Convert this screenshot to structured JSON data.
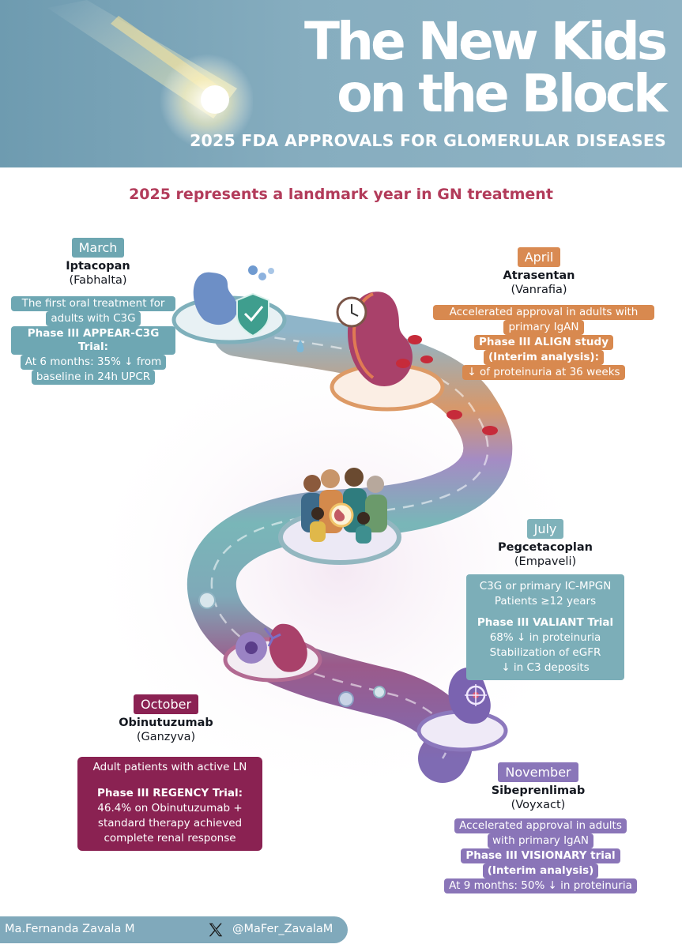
{
  "header": {
    "title_line1": "The New Kids",
    "title_line2": "on the Block",
    "subtitle": "2025 FDA APPROVALS FOR GLOMERULAR DISEASES"
  },
  "tagline": "2025 represents a landmark year in GN treatment",
  "colors": {
    "march": "#6da6b1",
    "april": "#d98a52",
    "july": "#7fb2ba",
    "october": "#8b2253",
    "november": "#8a76b9",
    "tagline": "#b23b5a",
    "header": "#86adbf"
  },
  "march": {
    "month": "March",
    "drug": "Iptacopan",
    "brand": "(Fabhalta)",
    "lines": [
      "The first oral treatment for",
      "adults with C3G",
      "Phase III APPEAR-C3G Trial:",
      "At 6 months: 35% ↓ from",
      "baseline in 24h  UPCR"
    ]
  },
  "april": {
    "month": "April",
    "drug": "Atrasentan",
    "brand": "(Vanrafia)",
    "lines": [
      "Accelerated approval in adults with",
      "primary IgAN",
      "Phase III ALIGN study",
      "(Interim analysis):",
      "↓ of proteinuria at 36 weeks"
    ]
  },
  "july": {
    "month": "July",
    "drug": "Pegcetacoplan",
    "brand": "(Empaveli)",
    "lines": [
      "C3G or primary IC-MPGN",
      "Patients ≥12 years",
      "Phase III VALIANT Trial",
      "68% ↓ in proteinuria",
      "Stabilization of eGFR",
      "↓ in C3 deposits"
    ]
  },
  "october": {
    "month": "October",
    "drug": "Obinutuzumab",
    "brand": "(Ganzyva)",
    "lines": [
      "Adult patients with active LN",
      "Phase III REGENCY Trial:",
      "46.4% on Obinutuzumab +",
      "standard therapy achieved",
      "complete renal response"
    ]
  },
  "november": {
    "month": "November",
    "drug": "Sibeprenlimab",
    "brand": "(Voyxact)",
    "lines": [
      "Accelerated approval in adults",
      "with primary IgAN",
      "Phase III VISIONARY trial",
      "(Interim analysis)",
      "At 9 months: 50% ↓ in proteinuria"
    ]
  },
  "footer": {
    "author": "Ma.Fernanda Zavala M",
    "handle": "@MaFer_ZavalaM",
    "icon": "x-logo-icon"
  }
}
